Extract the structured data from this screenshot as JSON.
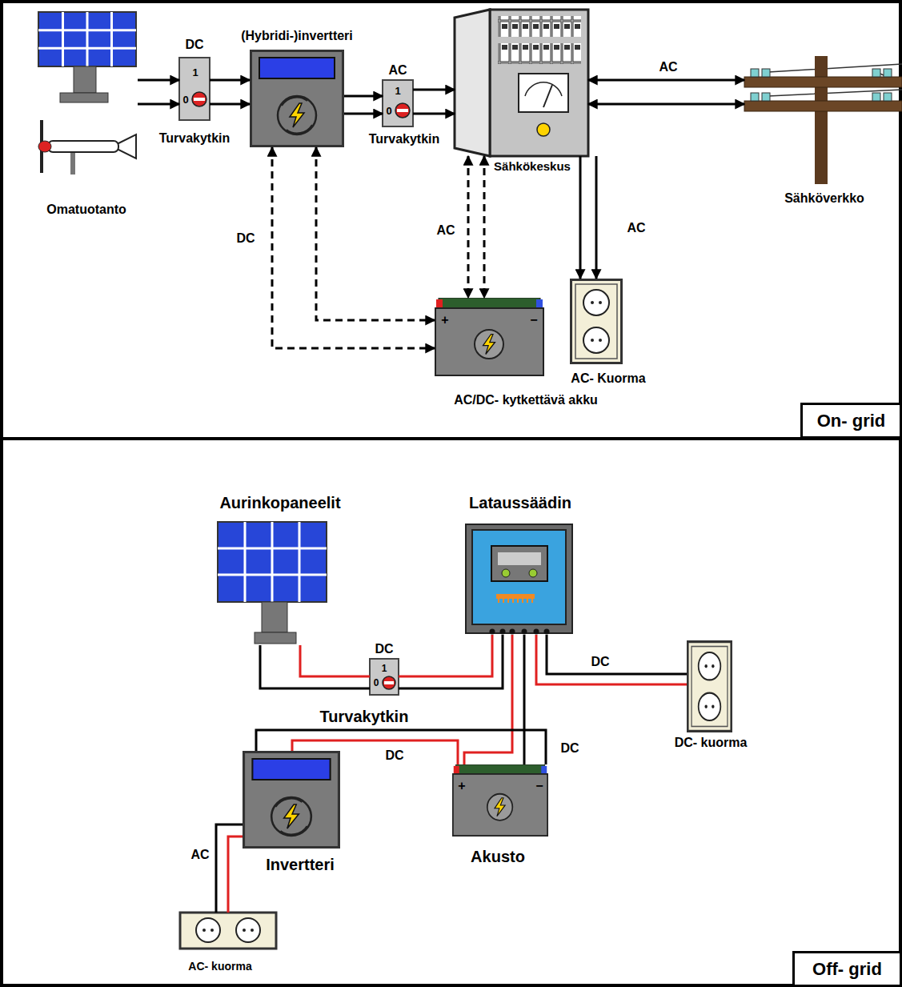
{
  "diagram": {
    "nodes": [
      {
        "text": [
          "Omatuotanto"
        ]
      },
      {
        "text": [
          "DC",
          "1",
          "0",
          "Turvakytkin"
        ]
      },
      {
        "text": [
          "(Hybridi-)invertteri"
        ]
      },
      {
        "text": [
          "AC",
          "1",
          "0",
          "Turvakytkin"
        ]
      },
      {
        "text": [
          "Sähkökeskus"
        ]
      },
      {
        "text": [
          "Sähköverkko"
        ]
      },
      {
        "text": [
          "+",
          "−",
          "AC/DC- kytkettävä akku"
        ]
      },
      {
        "text": [
          "AC- Kuorma"
        ]
      },
      {
        "text": [
          "On- grid"
        ]
      },
      {
        "text": [
          "Aurinkopaneelit"
        ]
      },
      {
        "text": [
          "Lataussäädin"
        ]
      },
      {
        "text": [
          "DC",
          "1",
          "0",
          "Turvakytkin"
        ]
      },
      {
        "text": [
          "DC- kuorma"
        ]
      },
      {
        "text": [
          "Invertteri"
        ]
      },
      {
        "text": [
          "+",
          "−",
          "Akusto"
        ]
      },
      {
        "text": [
          "AC- kuorma"
        ]
      },
      {
        "text": [
          "Off- grid"
        ]
      }
    ],
    "edges": [
      {
        "from": 0,
        "to": 1,
        "arrow": "to"
      },
      {
        "from": 1,
        "to": 2,
        "arrow": "to"
      },
      {
        "from": 2,
        "to": 3,
        "arrow": "to"
      },
      {
        "from": 3,
        "to": 4,
        "arrow": "to"
      },
      {
        "from": 4,
        "to": 5,
        "arrow": "both",
        "label": "AC"
      },
      {
        "from": 4,
        "to": 7,
        "arrow": "to",
        "label": "AC"
      },
      {
        "from": 2,
        "to": 6,
        "arrow": "both",
        "label": "DC"
      },
      {
        "from": 4,
        "to": 6,
        "arrow": "both",
        "label": "AC"
      },
      {
        "from": 9,
        "to": 11,
        "arrow": "none"
      },
      {
        "from": 11,
        "to": 10,
        "arrow": "none"
      },
      {
        "from": 10,
        "to": 12,
        "arrow": "none",
        "label": "DC"
      },
      {
        "from": 10,
        "to": 14,
        "arrow": "none",
        "label": "DC"
      },
      {
        "from": 14,
        "to": 13,
        "arrow": "none",
        "label": "DC"
      },
      {
        "from": 13,
        "to": 15,
        "arrow": "none",
        "label": "AC"
      }
    ]
  }
}
